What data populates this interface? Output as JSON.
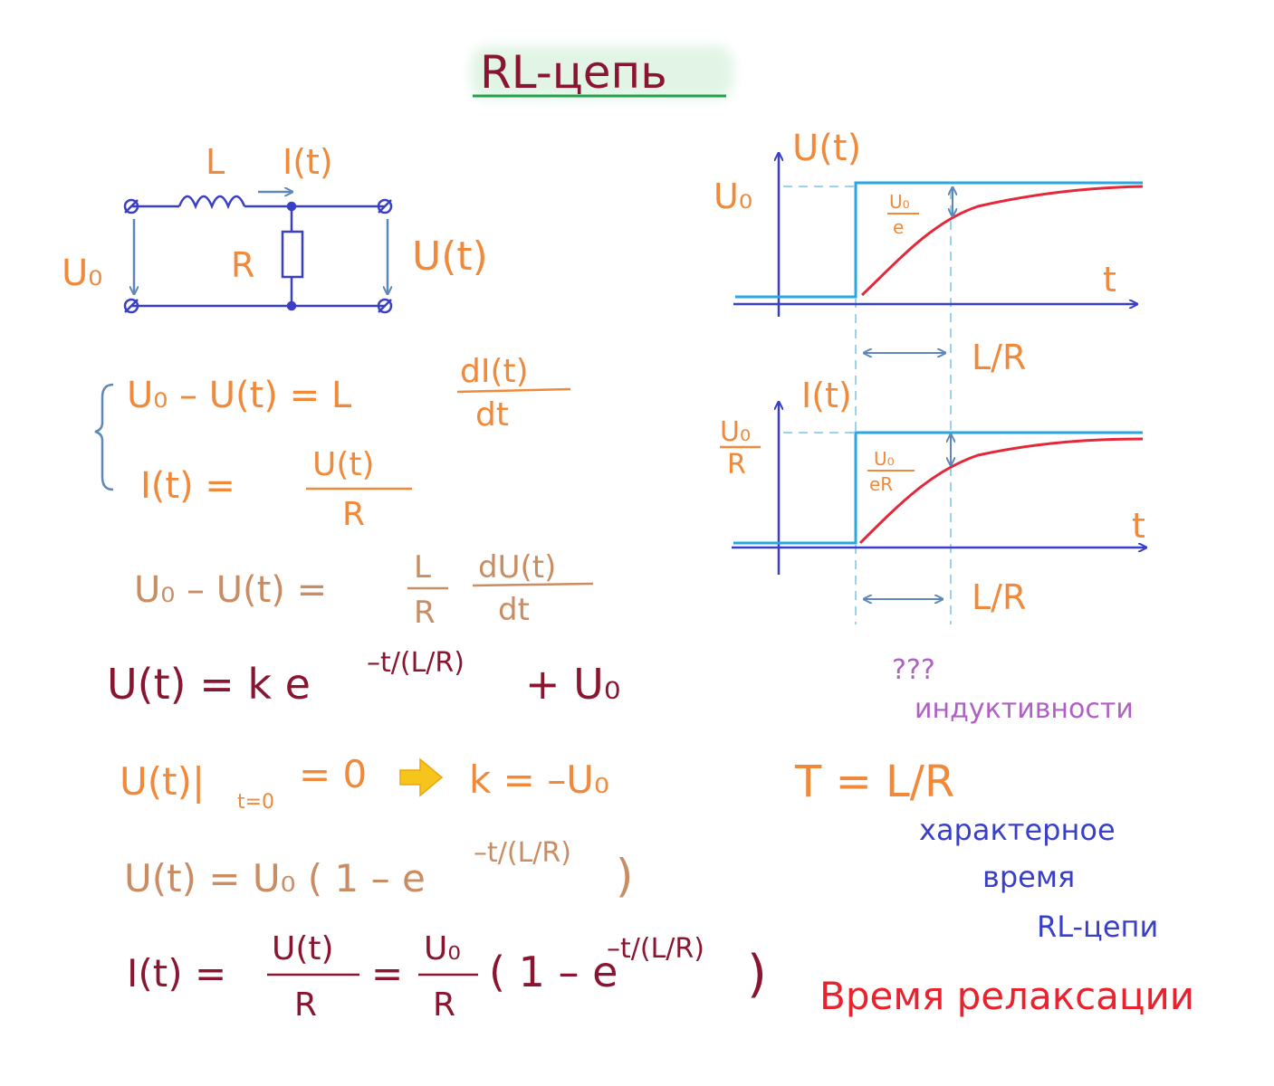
{
  "title": "RL-цепь",
  "circuit": {
    "label_L": "L",
    "label_I": "I(t)",
    "label_R": "R",
    "label_U0": "U₀",
    "label_Ut": "U(t)"
  },
  "equations": {
    "sys1_lhs": "U₀ – U(t) = L",
    "sys1_num": "dI(t)",
    "sys1_den": "dt",
    "sys2_lhs": "I(t) =",
    "sys2_num": "U(t)",
    "sys2_den": "R",
    "eq3_lhs": "U₀ – U(t) =",
    "eq3_num1": "L",
    "eq3_den1": "R",
    "eq3_num2": "dU(t)",
    "eq3_den2": "dt",
    "eq4_main": "U(t) = k e",
    "eq4_exp": "–t/(L/R)",
    "eq4_tail": "+ U₀",
    "eq5_main": "U(t)|",
    "eq5_sub": "t=0",
    "eq5_rest": "= 0",
    "eq5_result": "k = –U₀",
    "eq6_main": "U(t) = U₀ ( 1 – e",
    "eq6_exp": "–t/(L/R)",
    "eq6_close": ")",
    "eq7_lhs": "I(t) =",
    "eq7_num1": "U(t)",
    "eq7_den1": "R",
    "eq7_eq": "=",
    "eq7_num2": "U₀",
    "eq7_den2": "R",
    "eq7_paren": "( 1 – e",
    "eq7_exp": "–t/(L/R)",
    "eq7_close": ")"
  },
  "graph_u": {
    "ylabel": "U(t)",
    "level": "U₀",
    "gap_num": "U₀",
    "gap_den": "e",
    "xlabel": "t",
    "span": "L/R"
  },
  "graph_i": {
    "ylabel": "I(t)",
    "level_num": "U₀",
    "level_den": "R",
    "gap_num": "U₀",
    "gap_den": "eR",
    "xlabel": "t",
    "span": "L/R"
  },
  "notes": {
    "question": "???",
    "inductance": "индуктивности",
    "tau": "T = L/R",
    "char1": "характерное",
    "char2": "время",
    "char3": "RL-цепи",
    "relax": "Время релаксации"
  },
  "colors": {
    "orange": "#f0893a",
    "brown": "#c98d63",
    "maroon": "#8a1530",
    "circuit_blue": "#3a3fc7",
    "axis_blue": "#3a3fc7",
    "cyan": "#2aa7e0",
    "dash": "#9ad4ec",
    "curve_red": "#e4283a",
    "arrow_gray": "#5f88b8",
    "title_underline": "#22a04a",
    "purple": "#b05fc4",
    "red_text": "#e8232e",
    "yellow_arrow": "#f6c51b"
  }
}
